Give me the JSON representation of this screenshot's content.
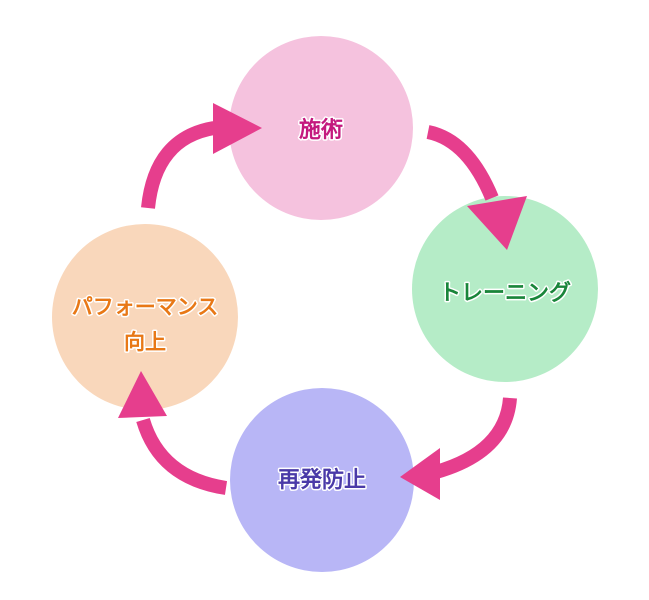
{
  "nodes": [
    {
      "id": "treatment",
      "label": "施術",
      "fill": "#f5c2de",
      "text_color": "#c4197e"
    },
    {
      "id": "training",
      "label": "トレーニング",
      "fill": "#b5ecc7",
      "text_color": "#19853a"
    },
    {
      "id": "prevention",
      "label": "再発防止",
      "fill": "#b8b6f6",
      "text_color": "#4a3aa8"
    },
    {
      "id": "performance",
      "label_lines": [
        "パフォーマンス",
        "向上"
      ],
      "fill": "#f9d7bb",
      "text_color": "#e87816"
    }
  ],
  "arrows": {
    "color": "#e63e8d",
    "sequence": [
      "施術 → トレーニング",
      "トレーニング → 再発防止",
      "再発防止 → パフォーマンス向上",
      "パフォーマンス向上 → 施術"
    ]
  }
}
